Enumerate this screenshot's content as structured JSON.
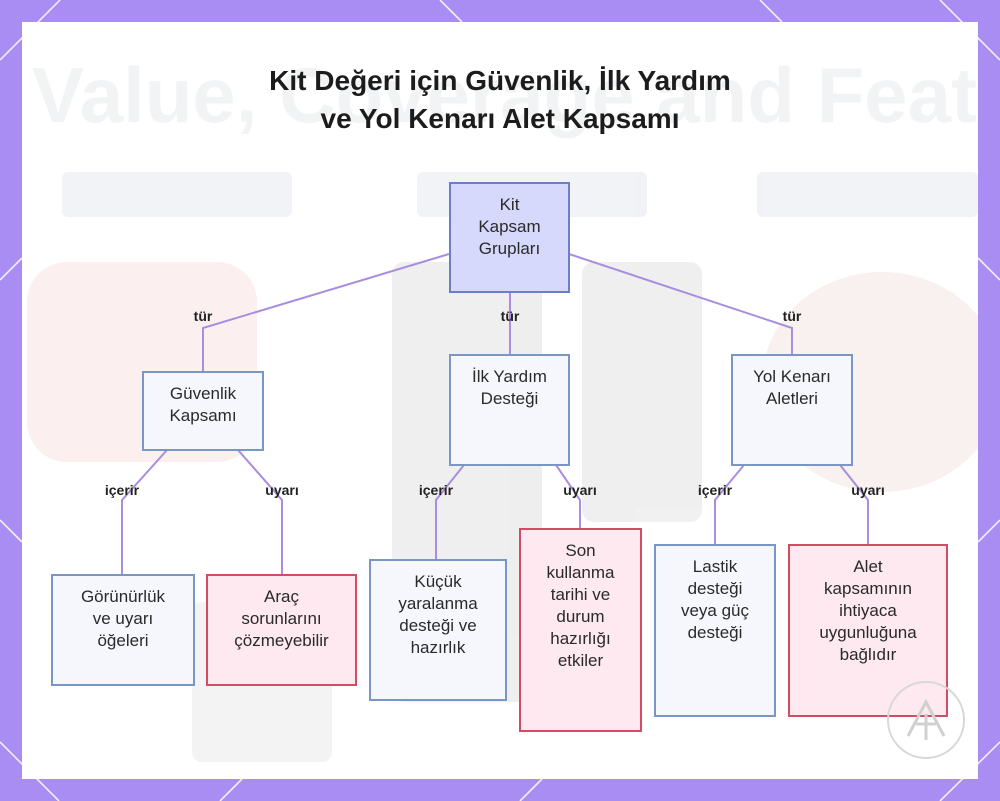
{
  "title_lines": [
    "Kit Değeri için Güvenlik, İlk Yardım",
    "ve Yol Kenarı Alet Kapsamı"
  ],
  "nodes": {
    "root": [
      "Kit",
      "Kapsam",
      "Grupları"
    ],
    "guvenlik": [
      "Güvenlik",
      "Kapsamı"
    ],
    "ilkyardim": [
      "İlk Yardım",
      "Desteği"
    ],
    "yolkenari": [
      "Yol Kenarı",
      "Aletleri"
    ],
    "gorunurluk": [
      "Görünürlük",
      "ve uyarı",
      "öğeleri"
    ],
    "arac": [
      "Araç",
      "sorunlarını",
      "çözmeyebilir"
    ],
    "kucuk": [
      "Küçük",
      "yaralanma",
      "desteği ve",
      "hazırlık"
    ],
    "son": [
      "Son",
      "kullanma",
      "tarihi ve",
      "durum",
      "hazırlığı",
      "etkiler"
    ],
    "lastik": [
      "Lastik",
      "desteği",
      "veya güç",
      "desteği"
    ],
    "alet": [
      "Alet",
      "kapsamının",
      "ihtiyaca",
      "uygunluğuna",
      "bağlıdır"
    ]
  },
  "edge_labels": {
    "tur": "tür",
    "icerir": "içerir",
    "uyari": "uyarı"
  },
  "colors": {
    "frame": "#a98df2",
    "root_fill": "#d6d9fb",
    "node_fill": "#f5f7fd",
    "node_border": "#7a96c4",
    "warn_fill": "#fde9ef",
    "warn_border": "#d24d63",
    "edge": "#a98de0"
  }
}
